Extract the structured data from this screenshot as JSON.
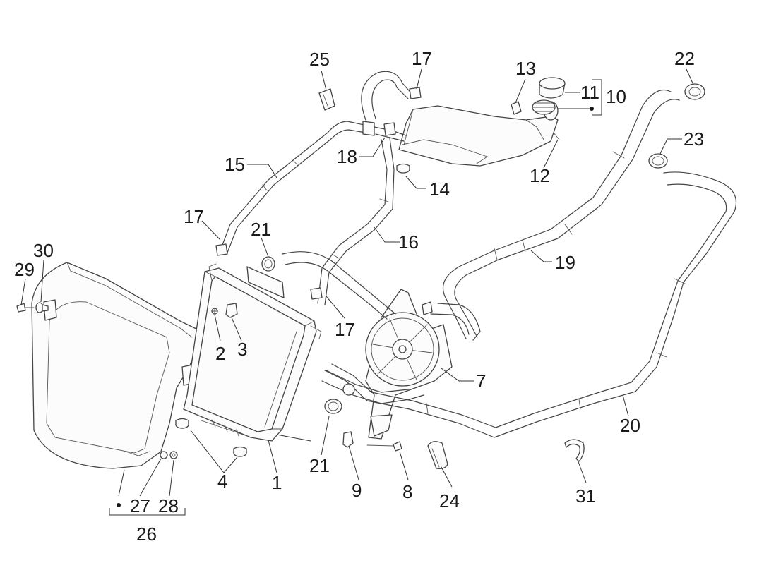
{
  "callouts": [
    {
      "id": "c1",
      "text": "1"
    },
    {
      "id": "c2",
      "text": "2"
    },
    {
      "id": "c3",
      "text": "3"
    },
    {
      "id": "c4",
      "text": "4"
    },
    {
      "id": "c7",
      "text": "7"
    },
    {
      "id": "c8",
      "text": "8"
    },
    {
      "id": "c9",
      "text": "9"
    },
    {
      "id": "c10",
      "text": "10"
    },
    {
      "id": "c11",
      "text": "11"
    },
    {
      "id": "c12",
      "text": "12"
    },
    {
      "id": "c13",
      "text": "13"
    },
    {
      "id": "c14",
      "text": "14"
    },
    {
      "id": "c15",
      "text": "15"
    },
    {
      "id": "c16",
      "text": "16"
    },
    {
      "id": "c17a",
      "text": "17"
    },
    {
      "id": "c17b",
      "text": "17"
    },
    {
      "id": "c17c",
      "text": "17"
    },
    {
      "id": "c18",
      "text": "18"
    },
    {
      "id": "c19",
      "text": "19"
    },
    {
      "id": "c20",
      "text": "20"
    },
    {
      "id": "c21a",
      "text": "21"
    },
    {
      "id": "c21b",
      "text": "21"
    },
    {
      "id": "c22",
      "text": "22"
    },
    {
      "id": "c23",
      "text": "23"
    },
    {
      "id": "c24",
      "text": "24"
    },
    {
      "id": "c25",
      "text": "25"
    },
    {
      "id": "c26",
      "text": "26"
    },
    {
      "id": "c27",
      "text": "27"
    },
    {
      "id": "c28",
      "text": "28"
    },
    {
      "id": "c29",
      "text": "29"
    },
    {
      "id": "c30",
      "text": "30"
    },
    {
      "id": "c31",
      "text": "31"
    }
  ],
  "colors": {
    "line": "#444444",
    "text": "#1a1a1a",
    "background": "#ffffff"
  }
}
